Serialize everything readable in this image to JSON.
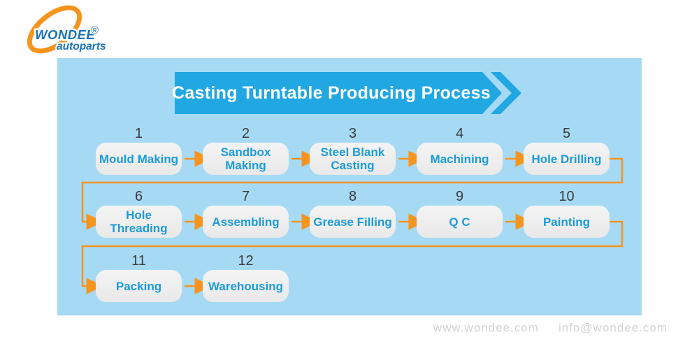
{
  "logo": {
    "brand": "WONDEE",
    "sub": "autoparts",
    "reg": "®"
  },
  "banner": {
    "title": "Casting Turntable Producing Process"
  },
  "steps": [
    {
      "num": "1",
      "label": "Mould Making"
    },
    {
      "num": "2",
      "label": "Sandbox\nMaking"
    },
    {
      "num": "3",
      "label": "Steel Blank\nCasting"
    },
    {
      "num": "4",
      "label": "Machining"
    },
    {
      "num": "5",
      "label": "Hole Drilling"
    },
    {
      "num": "6",
      "label": "Hole\nThreading"
    },
    {
      "num": "7",
      "label": "Assembling"
    },
    {
      "num": "8",
      "label": "Grease Filling"
    },
    {
      "num": "9",
      "label": "Q C"
    },
    {
      "num": "10",
      "label": "Painting"
    },
    {
      "num": "11",
      "label": "Packing"
    },
    {
      "num": "12",
      "label": "Warehousing"
    }
  ],
  "footer": {
    "website": "www.wondee.com",
    "email": "info@wondee.com"
  },
  "colors": {
    "panel_bg": "#a6daf4",
    "banner_blue": "#21a7e2",
    "box_bg": "#efefef",
    "box_text_blue": "#1b9bd8",
    "arrow_orange": "#f7941e",
    "logo_orange": "#f7941e",
    "logo_blue": "#1b74bb",
    "footer_gray": "#d3d3d3"
  }
}
